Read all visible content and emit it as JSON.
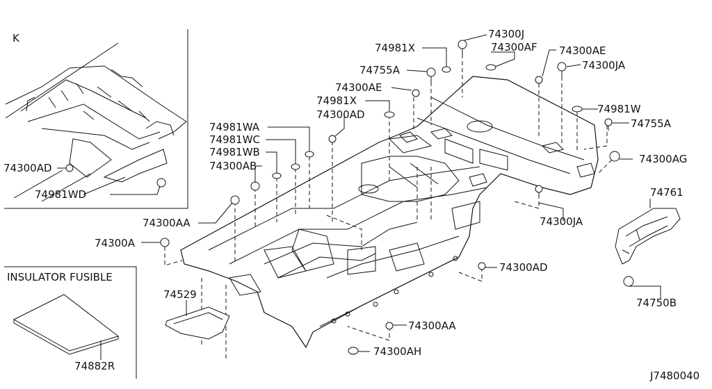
{
  "diagram_code": "J7480040",
  "inset_view_letter": "K",
  "insulator_box_title": "INSULATOR FUSIBLE",
  "parts": {
    "p74981X_a": "74981X",
    "p74300J": "74300J",
    "p74300AF": "74300AF",
    "p74300AE_a": "74300AE",
    "p74755A_a": "74755A",
    "p74300JA_a": "74300JA",
    "p74300AE_b": "74300AE",
    "p74981X_b": "74981X",
    "p74300AD_a": "74300AD",
    "p74981W": "74981W",
    "p74755A_b": "74755A",
    "p74981WA": "74981WA",
    "p74981WC": "74981WC",
    "p74981WB": "74981WB",
    "p74300AB": "74300AB",
    "p74300AG": "74300AG",
    "p74761": "74761",
    "p74300AD_b": "74300AD",
    "p74981WD": "74981WD",
    "p74300JA_b": "74300JA",
    "p74300AA_a": "74300AA",
    "p74300A": "74300A",
    "p74300AD_c": "74300AD",
    "p74529": "74529",
    "p74750B": "74750B",
    "p74300AA_b": "74300AA",
    "p74300AH": "74300AH",
    "p74882R": "74882R"
  }
}
